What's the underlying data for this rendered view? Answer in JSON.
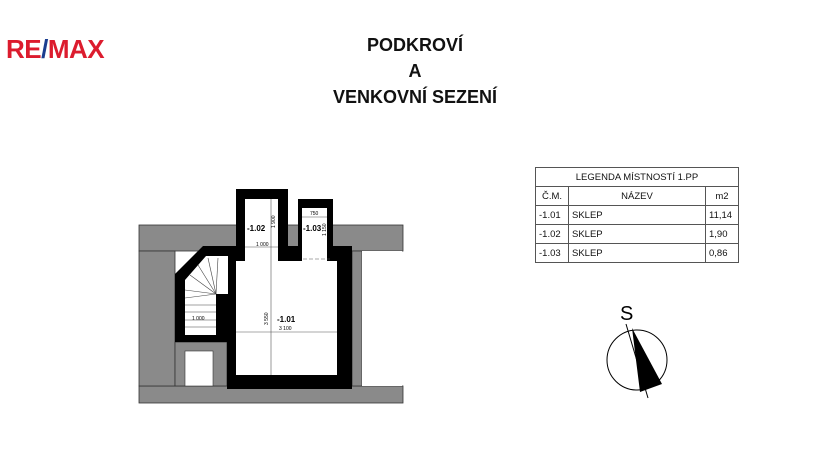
{
  "logo": {
    "text": "RE/MAX",
    "color": "#dc1c2e"
  },
  "title": {
    "line1": "PODKROVÍ",
    "line2": "A",
    "line3": "VENKOVNÍ SEZENÍ"
  },
  "legend": {
    "title": "LEGENDA MÍSTNOSTÍ 1.PP",
    "headers": [
      "Č.M.",
      "NÁZEV",
      "m2"
    ],
    "rows": [
      [
        "-1.01",
        "SKLEP",
        "11,14"
      ],
      [
        "-1.02",
        "SKLEP",
        "1,90"
      ],
      [
        "-1.03",
        "SKLEP",
        "0,86"
      ]
    ]
  },
  "plan": {
    "rooms": [
      "-1.01",
      "-1.02",
      "-1.03"
    ],
    "dims": [
      "3 550",
      "3 100",
      "1 900",
      "1 000",
      "750",
      "1 150",
      "1 000"
    ]
  },
  "compass": {
    "label": "S"
  }
}
